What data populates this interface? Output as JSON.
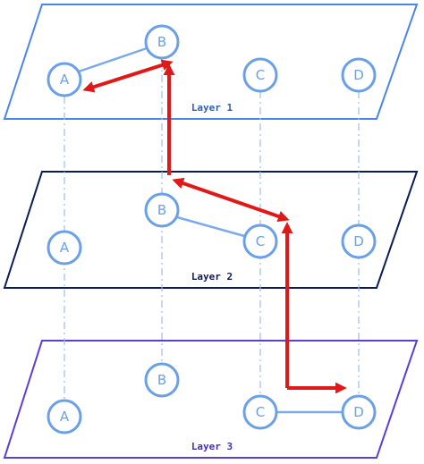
{
  "layers": [
    {
      "label": "Layer 1",
      "border": "#4a86e8"
    },
    {
      "label": "Layer 2",
      "border": "#0b1b5a"
    },
    {
      "label": "Layer 3",
      "border": "#5c3dd6"
    }
  ],
  "nodes": [
    "A",
    "B",
    "C",
    "D"
  ],
  "colors": {
    "node": "#6aa0e6",
    "guide": "#9fbde6",
    "intra_edge": "#7aaae8",
    "path": "#e01818",
    "layer1_label": "#2a5db0",
    "layer2_label": "#0b1b5a",
    "layer3_label": "#4a2bb8"
  }
}
